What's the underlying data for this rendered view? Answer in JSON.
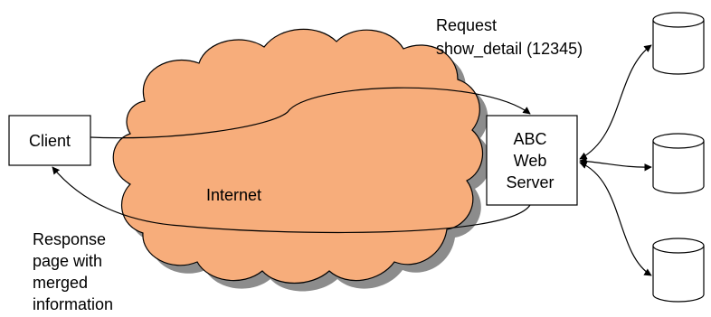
{
  "nodes": {
    "client": "Client",
    "internet": "Internet",
    "server": [
      "ABC",
      "Web",
      "Server"
    ]
  },
  "request": [
    "Request",
    "show_detail (12345)"
  ],
  "response": [
    "Response",
    "page with",
    "merged",
    "information"
  ],
  "colors": {
    "cloud_fill": "#f7ad7b",
    "cloud_shadow": "#8c8c8c",
    "stroke": "#000000",
    "background": "#ffffff"
  }
}
